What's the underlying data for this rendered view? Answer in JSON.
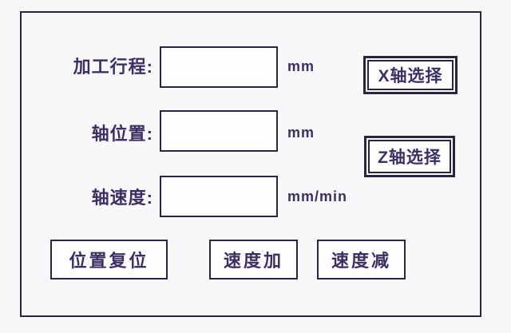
{
  "window": {
    "background": "#f8f7fa",
    "border_color": "#262640",
    "text_color": "#3e2f63"
  },
  "fields": [
    {
      "label": "加工行程:",
      "value": "",
      "unit": "mm"
    },
    {
      "label": "轴位置:",
      "value": "",
      "unit": "mm"
    },
    {
      "label": "轴速度:",
      "value": "",
      "unit": "mm/min"
    }
  ],
  "axis_buttons": [
    {
      "label": "X轴选择"
    },
    {
      "label": "Z轴选择"
    }
  ],
  "action_buttons": [
    {
      "label": "位置复位"
    },
    {
      "label": "速度加"
    },
    {
      "label": "速度减"
    }
  ]
}
